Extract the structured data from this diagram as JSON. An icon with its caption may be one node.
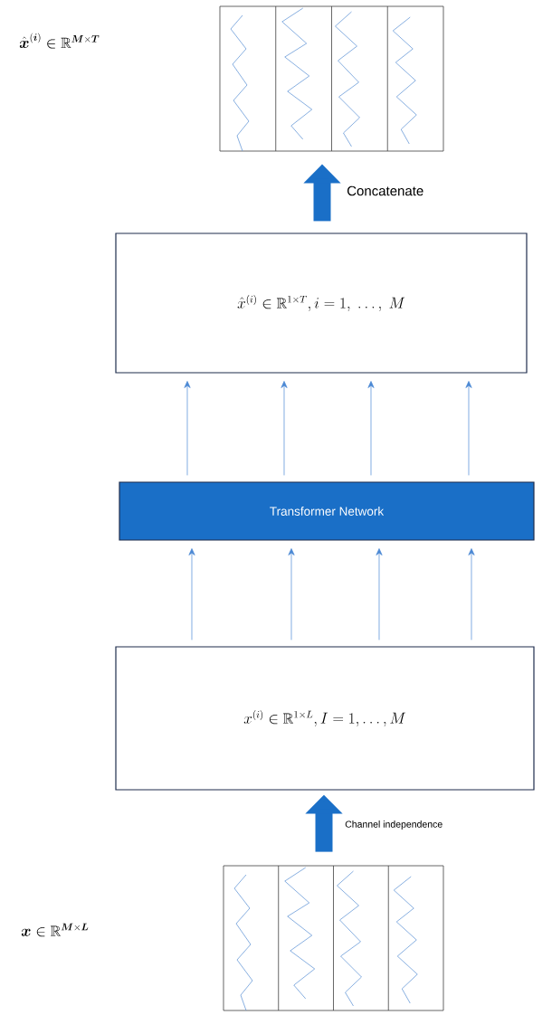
{
  "diagram": {
    "nodes": [
      {
        "text": [],
        "shape": "box"
      },
      {
        "text": [
          "\\hat{x}^{(i)} \\in \\mathbb{R}^{1\\times T}, i = 1,\\ \\dots,\\ M"
        ]
      },
      {
        "text": [
          "Transformer Network"
        ]
      },
      {
        "text": [
          "x^{(i)} \\in \\mathbb{R}^{1\\times L}, I = 1, \\dots, M"
        ]
      },
      {
        "text": [],
        "shape": "box"
      }
    ],
    "edges": [
      {
        "from": 1,
        "to": 0,
        "arrow": "to",
        "style": "thick",
        "label": "Concatenate"
      },
      {
        "from": 2,
        "to": 1,
        "arrow": "to"
      },
      {
        "from": 2,
        "to": 1,
        "arrow": "to"
      },
      {
        "from": 2,
        "to": 1,
        "arrow": "to"
      },
      {
        "from": 2,
        "to": 1,
        "arrow": "to"
      },
      {
        "from": 3,
        "to": 2,
        "arrow": "to"
      },
      {
        "from": 3,
        "to": 2,
        "arrow": "to"
      },
      {
        "from": 3,
        "to": 2,
        "arrow": "to"
      },
      {
        "from": 3,
        "to": 2,
        "arrow": "to"
      },
      {
        "from": 4,
        "to": 3,
        "arrow": "to",
        "style": "thick",
        "label": "Channel independence"
      }
    ],
    "labels": [
      "\\hat{\\boldsymbol{x}}^{(\\boldsymbol{i})} \\in \\mathbb{R}^{\\boldsymbol{M}\\times\\boldsymbol{T}}",
      "\\boldsymbol{x} \\in \\mathbb{R}^{\\boldsymbol{M}\\times\\boldsymbol{L}}"
    ]
  }
}
